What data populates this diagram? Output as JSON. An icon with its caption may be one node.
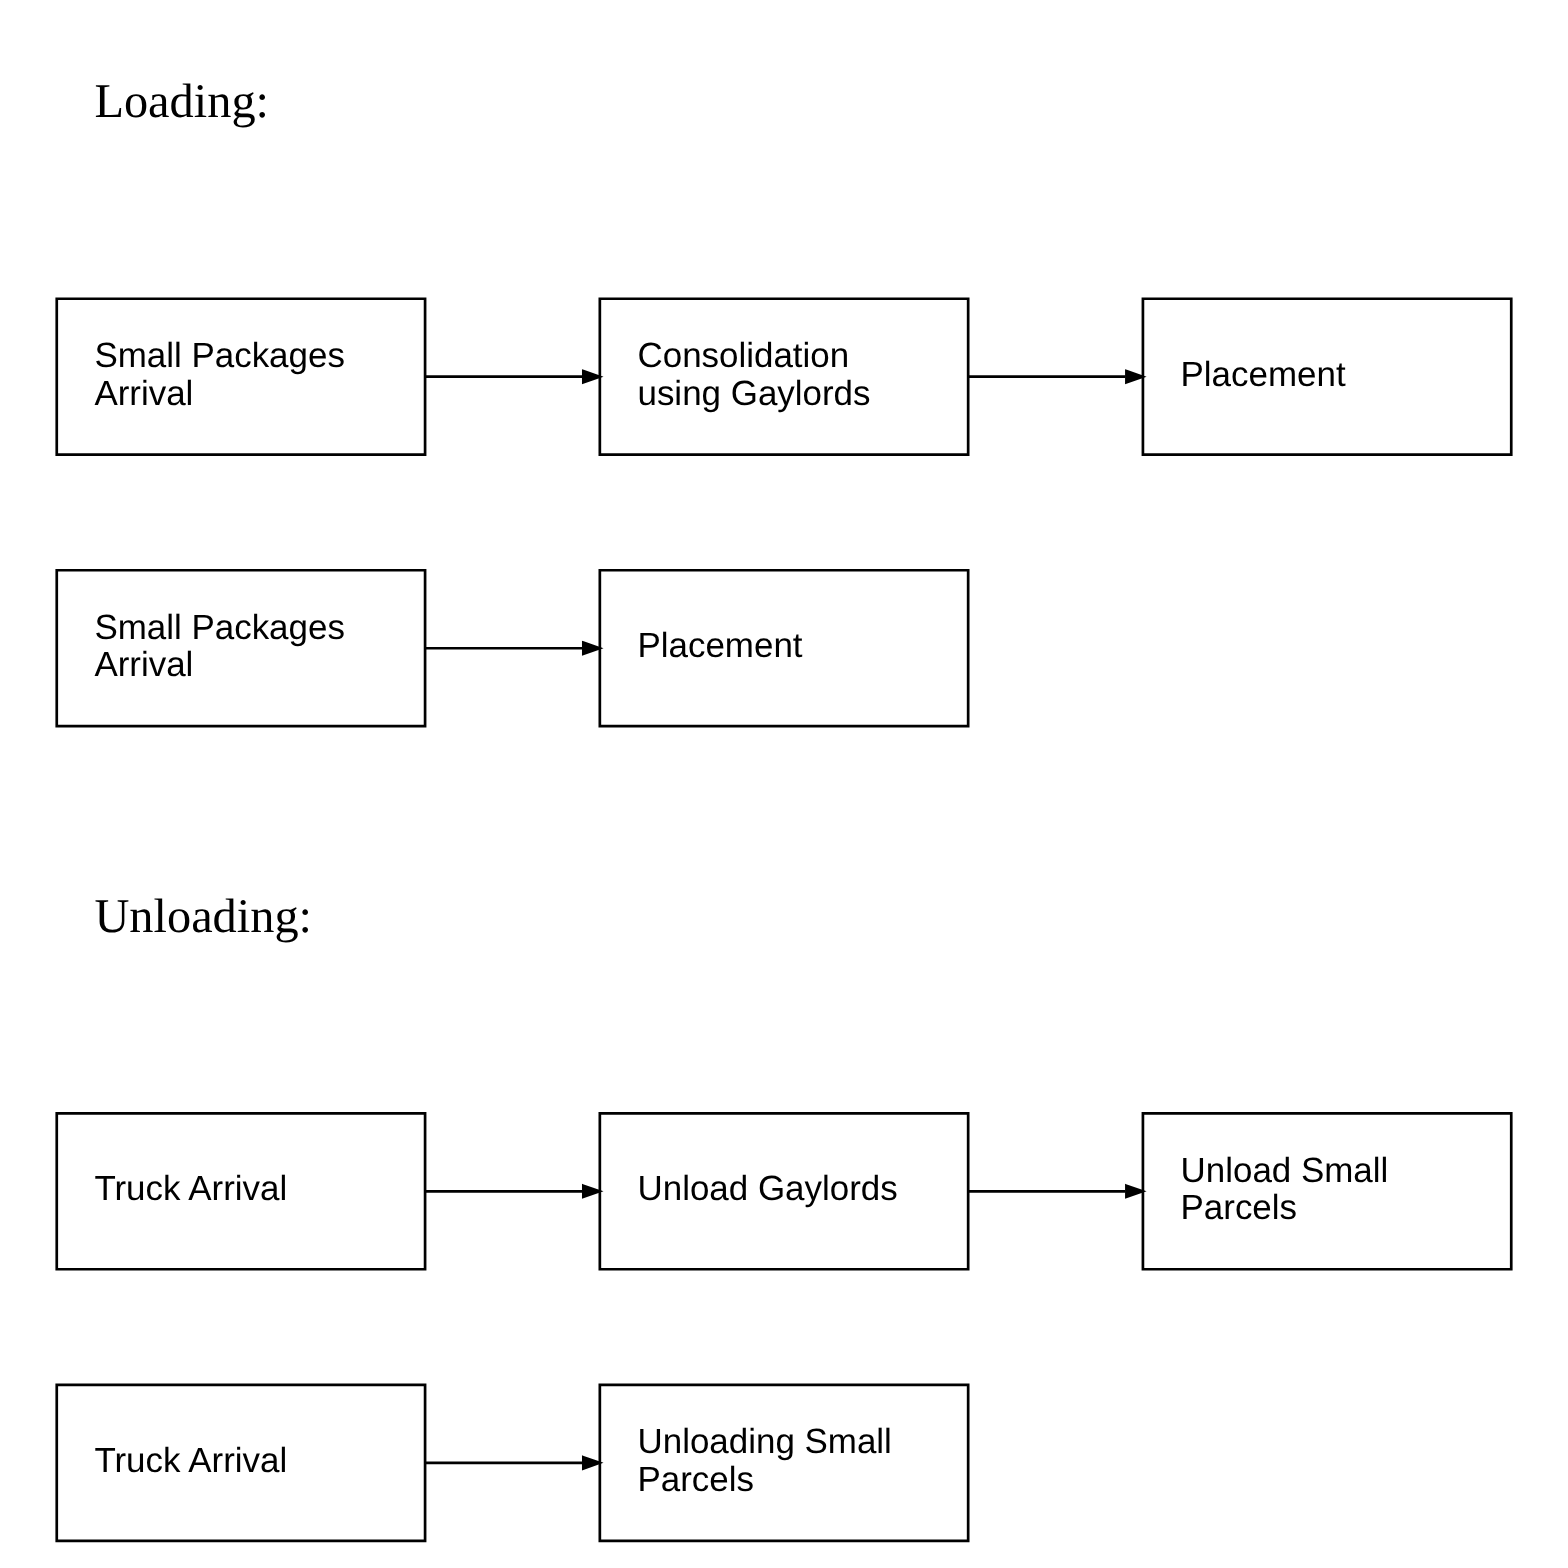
{
  "diagram": {
    "nodes": [
      {
        "text": [
          "Small Packages Arrival"
        ]
      },
      {
        "text": [
          "Consolidation using Gaylords"
        ]
      },
      {
        "text": [
          "Placement"
        ]
      },
      {
        "text": [
          "Small Packages Arrival"
        ]
      },
      {
        "text": [
          "Placement"
        ]
      },
      {
        "text": [
          "Truck Arrival"
        ]
      },
      {
        "text": [
          "Unload Gaylords"
        ]
      },
      {
        "text": [
          "Unload Small Parcels"
        ]
      },
      {
        "text": [
          "Truck Arrival"
        ]
      },
      {
        "text": [
          "Unloading Small Parcels"
        ]
      }
    ],
    "edges": [
      {
        "from": 0,
        "to": 1,
        "arrow": "to"
      },
      {
        "from": 1,
        "to": 2,
        "arrow": "to"
      },
      {
        "from": 3,
        "to": 4,
        "arrow": "to"
      },
      {
        "from": 5,
        "to": 6,
        "arrow": "to"
      },
      {
        "from": 6,
        "to": 7,
        "arrow": "to"
      },
      {
        "from": 8,
        "to": 9,
        "arrow": "to"
      }
    ],
    "labels": [
      "Loading:",
      "Unloading:"
    ]
  }
}
